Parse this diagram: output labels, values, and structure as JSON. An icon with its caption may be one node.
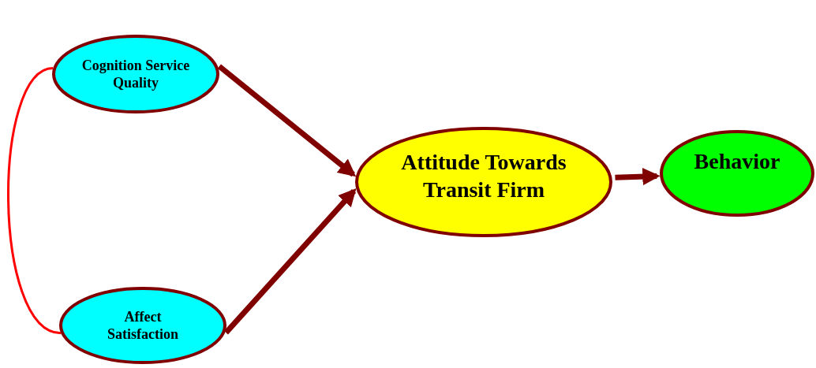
{
  "diagram": {
    "nodes": [
      {
        "text": [
          "Cognition Service Quality"
        ]
      },
      {
        "text": [
          "Affect Satisfaction"
        ]
      },
      {
        "text": [
          "Attitude Towards Transit Firm"
        ]
      },
      {
        "text": [
          "Behavior"
        ]
      }
    ],
    "edges": [
      {
        "from": 0,
        "to": 2,
        "arrow": "to"
      },
      {
        "from": 1,
        "to": 2,
        "arrow": "to"
      },
      {
        "from": 2,
        "to": 3,
        "arrow": "to"
      },
      {
        "from": 0,
        "to": 1,
        "arrow": "none",
        "color": "#ff0000"
      }
    ]
  }
}
